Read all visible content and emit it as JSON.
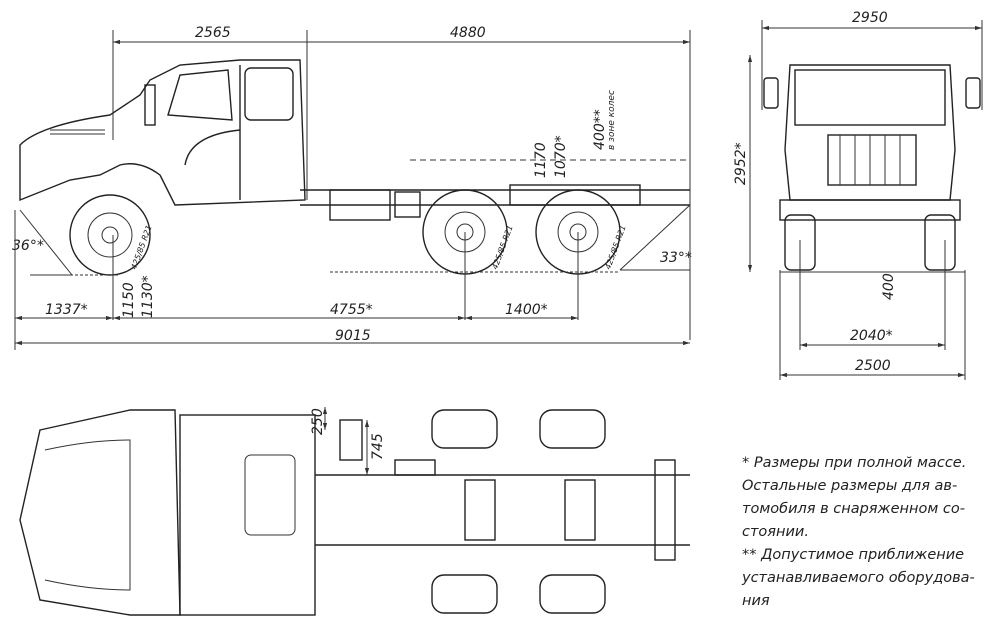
{
  "side_view": {
    "dimensions": {
      "cab_length": "2565",
      "body_length": "4880",
      "front_overhang": "1337*",
      "wheelbase": "4755*",
      "bogie_base": "1400*",
      "overall_length": "9015",
      "frame_height_unladen": "1170",
      "frame_height_laden": "1070*",
      "equipment_clearance": "400**",
      "equipment_clearance_note": "в зоне колес",
      "front_ground_clearance_unladen": "1150",
      "front_ground_clearance_laden": "1130*",
      "approach_angle": "36°*",
      "departure_angle": "33°*"
    },
    "tire_label": "425/85 R21"
  },
  "front_view": {
    "dimensions": {
      "mirror_width": "2950",
      "height": "2952*",
      "ground_clearance": "400",
      "track": "2040*",
      "width": "2500"
    }
  },
  "top_view": {
    "dimensions": {
      "offset_a": "250",
      "offset_b": "745"
    }
  },
  "notes": [
    "* Размеры при полной массе.",
    "Остальные размеры для ав-",
    "томобиля в снаряженном со-",
    "стоянии.",
    "** Допустимое приближение",
    "устанавливаемого оборудова-",
    "ния"
  ]
}
